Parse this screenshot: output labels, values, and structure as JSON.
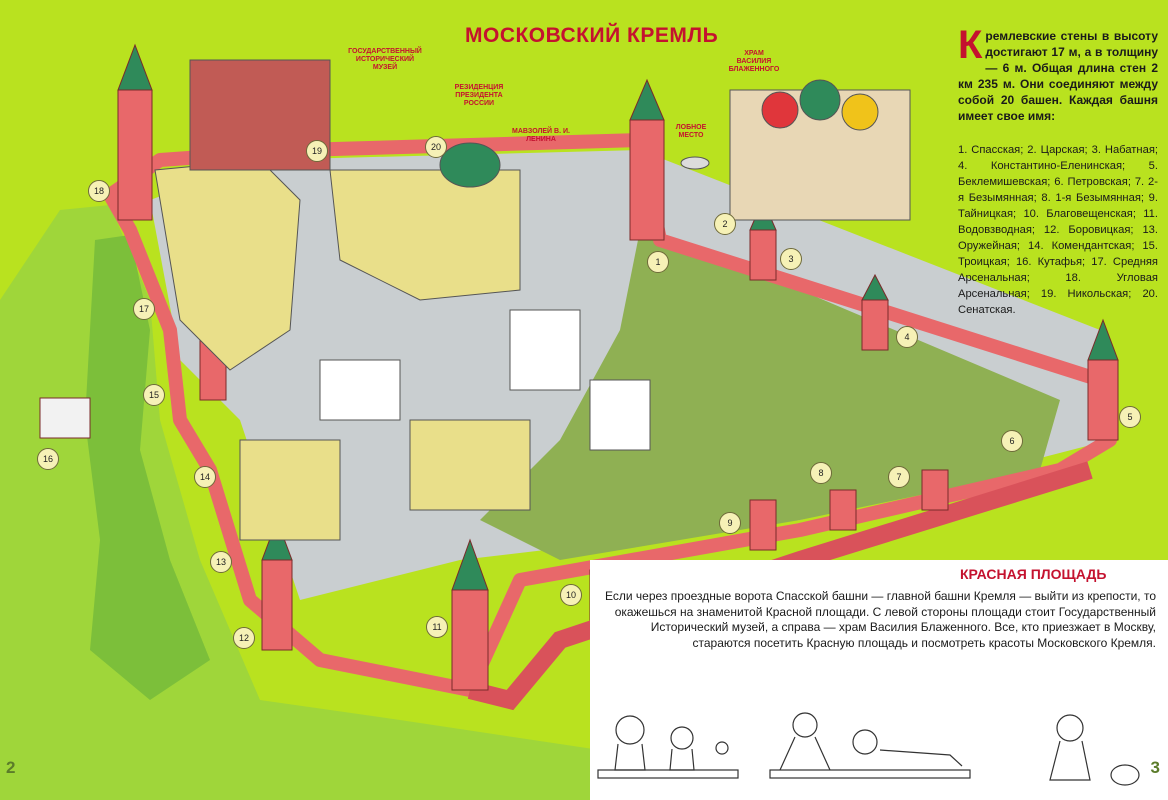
{
  "title": "МОСКОВСКИЙ КРЕМЛЬ",
  "labels": {
    "museum": "ГОСУДАРСТВЕННЫЙ ИСТОРИЧЕСКИЙ МУЗЕЙ",
    "residence": "РЕЗИДЕНЦИЯ ПРЕЗИДЕНТА РОССИИ",
    "mausoleum": "МАВЗОЛЕЙ В. И. ЛЕНИНА",
    "lobnoe": "ЛОБНОЕ МЕСТО",
    "basil": "ХРАМ ВАСИЛИЯ БЛАЖЕННОГО"
  },
  "facts": {
    "dropcap": "К",
    "text": "ремлевские стены в высоту достигают 17 м, а в толщину — 6 м. Общая длина стен 2 км 235 м. Они соединяют между собой 20 башен. Каждая башня имеет свое имя:"
  },
  "towers_text": "1. Спасская; 2. Царская; 3. Набатная; 4. Константино-Еленинская; 5. Беклемишевская; 6. Петровская; 7. 2-я Безымянная; 8. 1-я Безымянная; 9. Тайницкая; 10. Благовещенская; 11. Водовзводная; 12. Боровицкая; 13. Оружейная; 14. Комендантская; 15. Троицкая; 16. Кутафья; 17. Средняя Арсенальная; 18. Угловая Арсенальная; 19. Никольская; 20. Сенатская.",
  "red_square": {
    "title": "КРАСНАЯ ПЛОЩАДЬ",
    "text": "Если через проездные ворота Спасской башни — главной башни Кремля — выйти из крепости, то окажешься на знаменитой Красной площади. С левой стороны площади стоит Государственный Исторический музей, а справа — храм Василия Блаженного. Все, кто приезжает в Москву, стараются посетить Красную площадь и посмотреть красоты Московского Кремля."
  },
  "tower_numbers": [
    "1",
    "2",
    "3",
    "4",
    "5",
    "6",
    "7",
    "8",
    "9",
    "10",
    "11",
    "12",
    "13",
    "14",
    "15",
    "16",
    "17",
    "18",
    "19",
    "20"
  ],
  "page_left": "2",
  "page_right": "3",
  "colors": {
    "background": "#b9e21f",
    "wall": "#e8686a",
    "roof": "#2f8a5a",
    "accent": "#c4122f",
    "hill": "#8fb053",
    "square": "#c9ced0"
  }
}
